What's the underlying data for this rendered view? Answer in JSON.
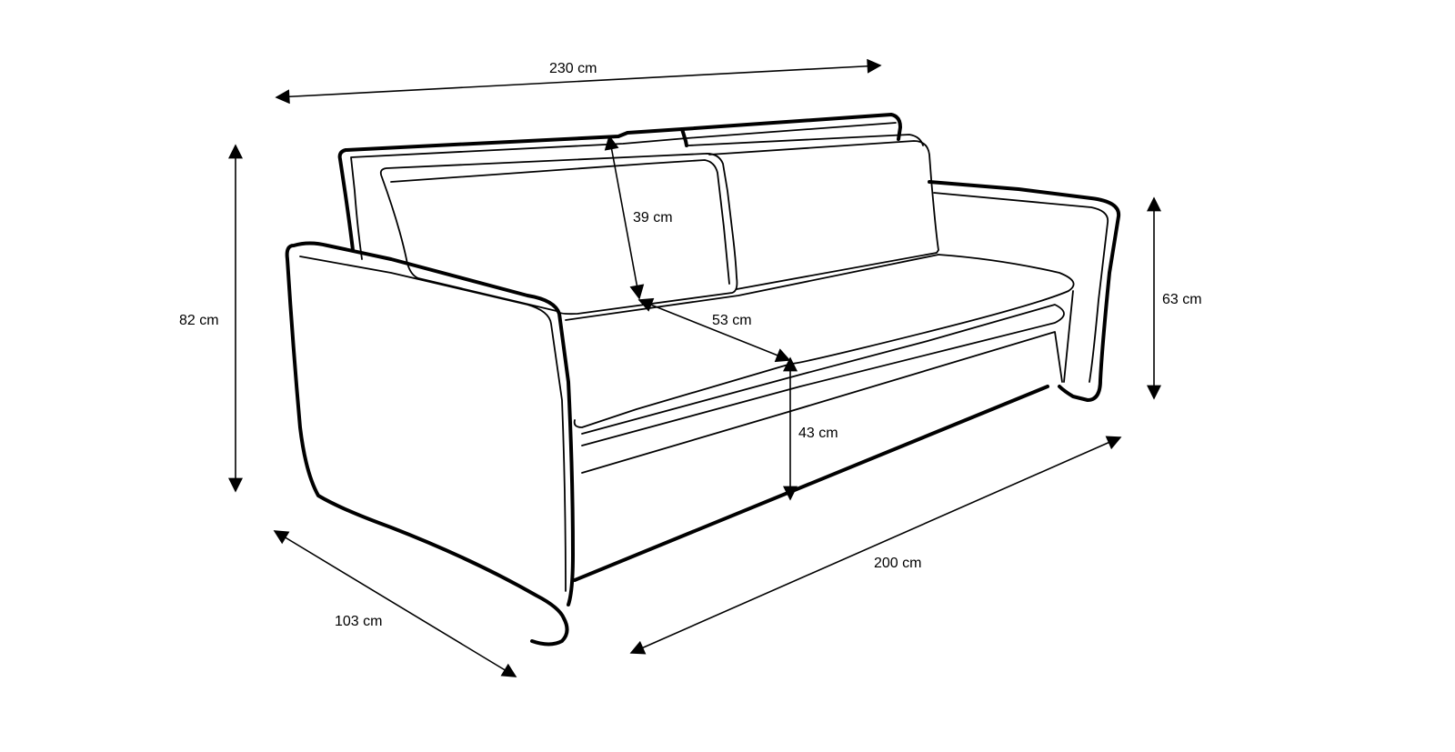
{
  "dimensions": {
    "total_width": "230 cm",
    "total_height": "82 cm",
    "backrest_height": "39 cm",
    "seat_depth": "53 cm",
    "armrest_height": "63 cm",
    "seat_height": "43 cm",
    "total_depth": "103 cm",
    "inner_width": "200 cm"
  },
  "colors": {
    "stroke": "#000000",
    "background": "#ffffff"
  }
}
